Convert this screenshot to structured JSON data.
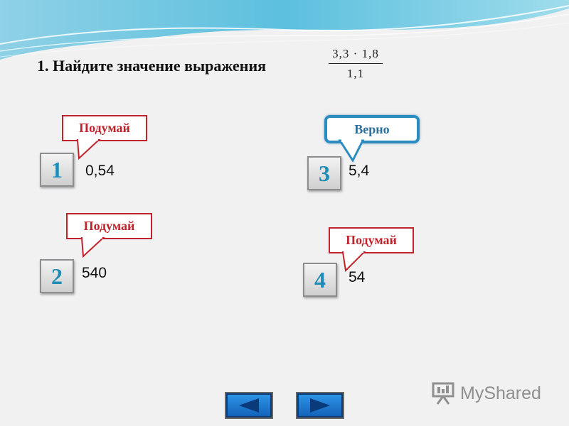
{
  "question": {
    "text": "1. Найдите значение выражения",
    "fraction_numerator": "3,3 · 1,8",
    "fraction_denominator": "1,1"
  },
  "options": [
    {
      "number": "1",
      "answer": "0,54",
      "feedback": "Подумай"
    },
    {
      "number": "2",
      "answer": "540",
      "feedback": "Подумай"
    },
    {
      "number": "3",
      "answer": "5,4",
      "feedback": "Верно"
    },
    {
      "number": "4",
      "answer": "54",
      "feedback": "Подумай"
    }
  ],
  "navigation": {
    "back_icon": "arrow-left-icon",
    "forward_icon": "arrow-right-icon"
  },
  "logo": {
    "text": "MyShared"
  },
  "colors": {
    "wrong_feedback": "#c0232b",
    "correct_feedback_border": "#2c8cc0",
    "option_number": "#1d8cb6",
    "nav_button": "#1a73cf"
  }
}
